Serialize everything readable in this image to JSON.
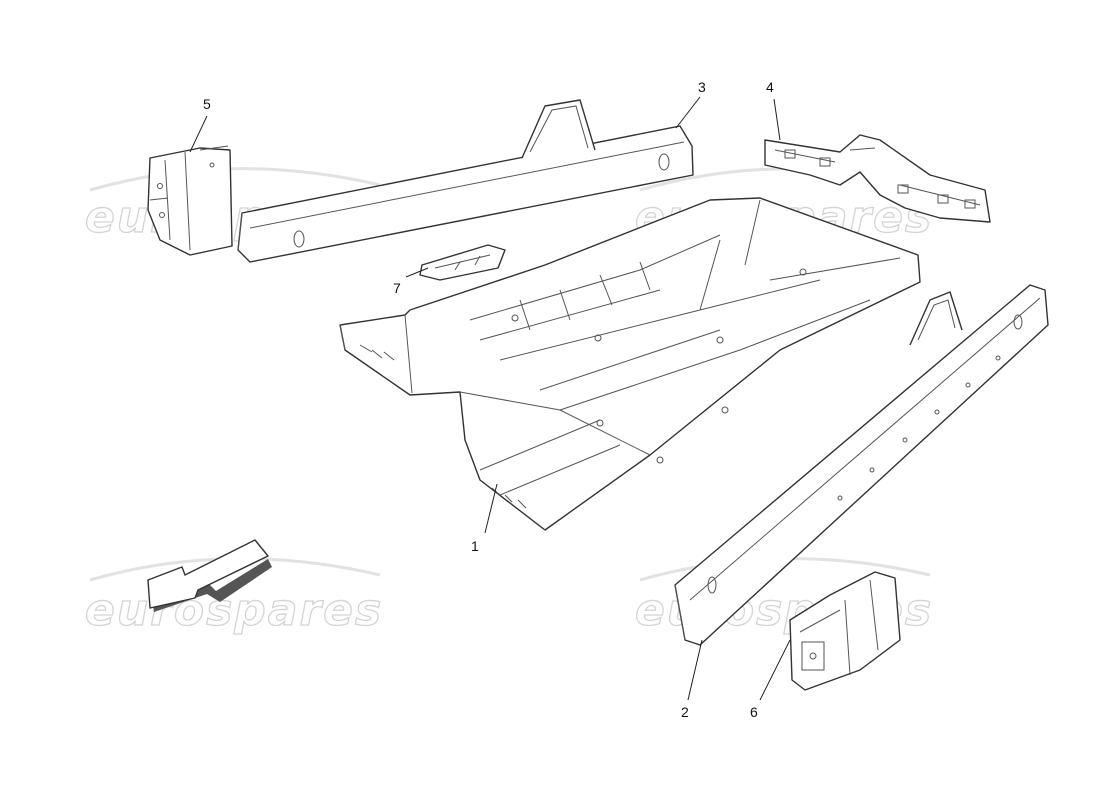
{
  "watermark": {
    "text": "eurospares"
  },
  "callouts": [
    {
      "id": "1",
      "label": "1"
    },
    {
      "id": "2",
      "label": "2"
    },
    {
      "id": "3",
      "label": "3"
    },
    {
      "id": "4",
      "label": "4"
    },
    {
      "id": "5",
      "label": "5"
    },
    {
      "id": "6",
      "label": "6"
    },
    {
      "id": "7",
      "label": "7"
    }
  ],
  "icons": {
    "orientation_arrow": "direction-arrow-icon"
  }
}
